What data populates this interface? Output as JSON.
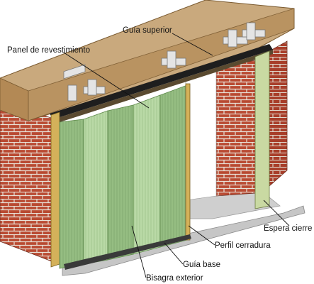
{
  "labels": {
    "guia_superior": "Guía superior",
    "panel_revestimiento": "Panel de revestimiento",
    "espera_cierre": "Espera cierre",
    "perfil_cerradura": "Perfil cerradura",
    "guia_base": "Guía base",
    "bisagra_exterior": "Bisagra exterior"
  },
  "colors": {
    "brick": "#b94a32",
    "mortar": "#e8e2d8",
    "lintel_top": "#c9a97d",
    "lintel_front": "#b38955",
    "panel": "#b9d9a6",
    "panel_dark": "#8fb77c",
    "frame": "#d4b15a",
    "rail": "#1e1e1e",
    "bracket": "#e4e4e4",
    "floor": "#bfbfbf"
  }
}
